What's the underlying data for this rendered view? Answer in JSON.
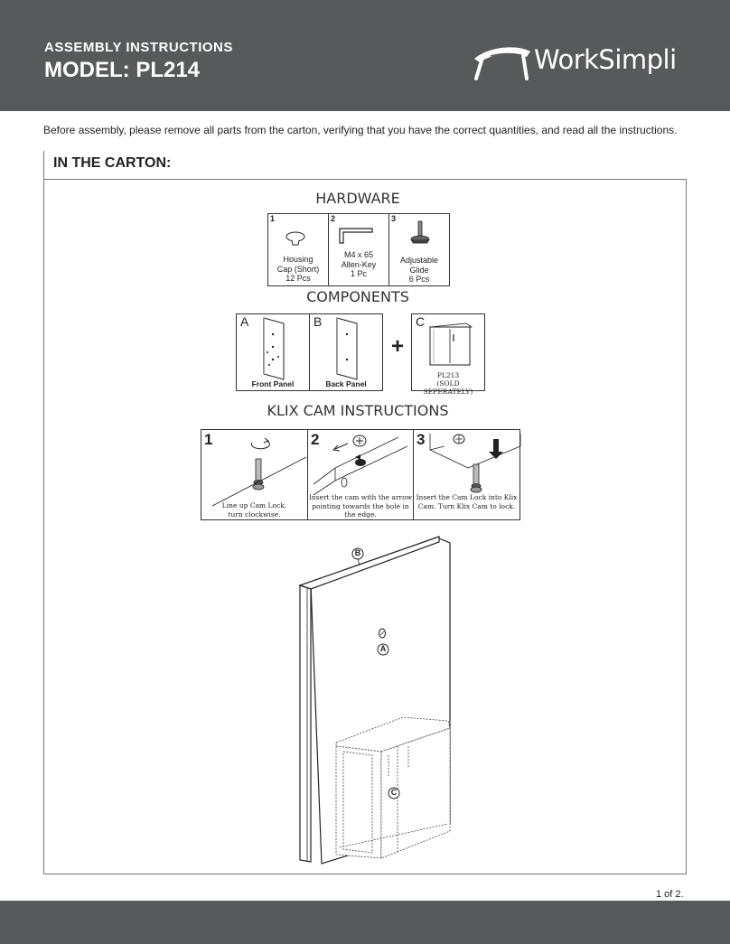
{
  "header": {
    "subtitle": "ASSEMBLY  INSTRUCTIONS",
    "model": "MODEL: PL214",
    "logo_text": "WorkSimpli"
  },
  "intro": "Before assembly, please remove all parts from the carton, verifying that you have the correct quantities, and read all the instructions.",
  "carton": {
    "title": "IN THE CARTON:",
    "hardware_title": "HARDWARE",
    "hardware": [
      {
        "num": "1",
        "lines": [
          "Housing",
          "Cap (Short)",
          "12 Pcs"
        ],
        "icon": "housing-cap-icon"
      },
      {
        "num": "2",
        "lines": [
          "M4 x 65",
          "Allen-Key",
          "1 Pc"
        ],
        "icon": "allen-key-icon"
      },
      {
        "num": "3",
        "lines": [
          "Adjustable",
          "Glide",
          "6 Pcs"
        ],
        "icon": "adjustable-glide-icon"
      }
    ],
    "components_title": "COMPONENTS",
    "components": [
      {
        "letter": "A",
        "label": "Front Panel"
      },
      {
        "letter": "B",
        "label": "Back Panel"
      },
      {
        "letter": "C",
        "label_lines": [
          "PL213",
          "(SOLD SEPERATELY)"
        ]
      }
    ],
    "plus": "+",
    "klix_title": "KLIX CAM INSTRUCTIONS",
    "klix": [
      {
        "num": "1",
        "lines": [
          "Line up Cam Lock,",
          "turn clockwise."
        ]
      },
      {
        "num": "2",
        "lines": [
          "Insert the cam with the arrow",
          "pointing towards the hole in",
          "the edge."
        ]
      },
      {
        "num": "3",
        "lines": [
          "Insert the Cam Lock into Klix",
          "Cam. Turn Klix Cam to lock."
        ]
      }
    ],
    "diagram_labels": {
      "a": "A",
      "b": "B",
      "c": "C"
    }
  },
  "page_number": "1 of 2."
}
